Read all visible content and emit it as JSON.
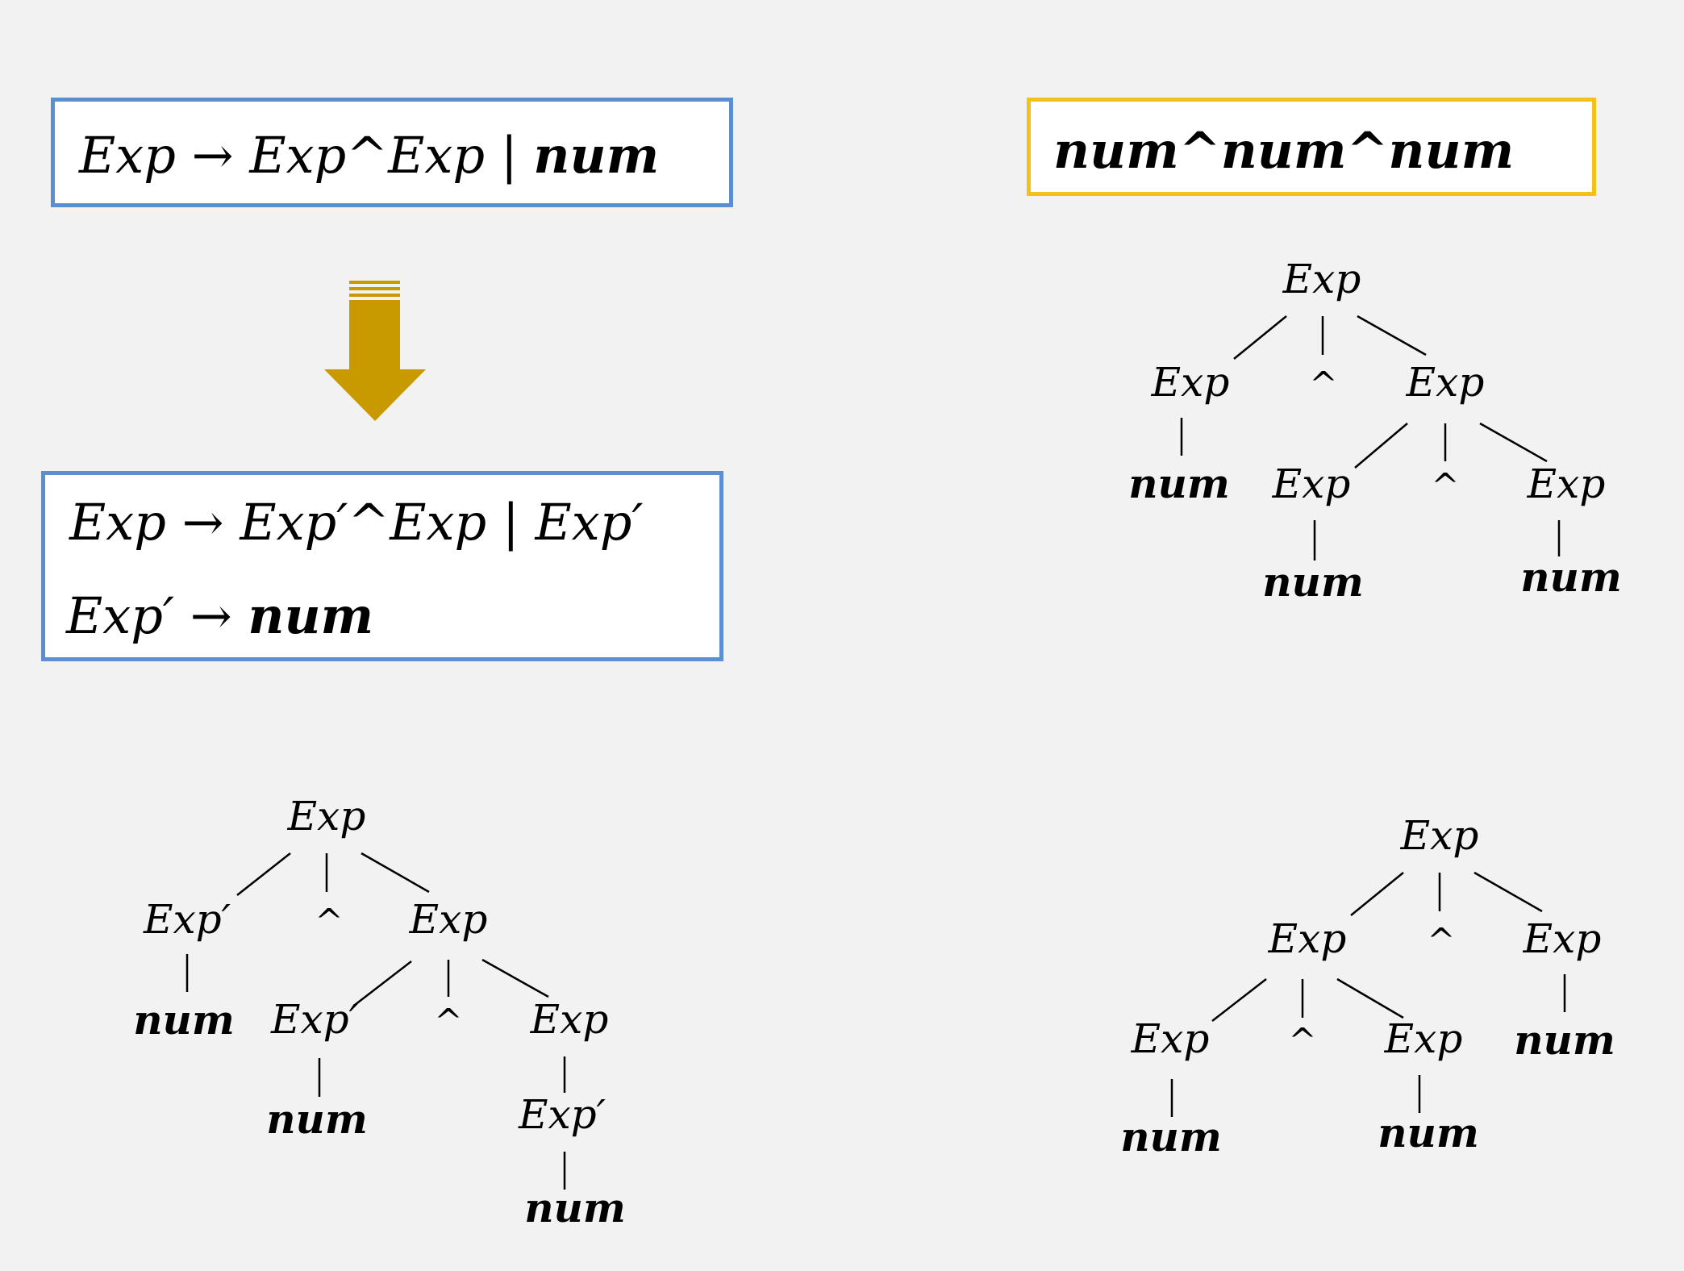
{
  "grammar_original": {
    "lhs": "Exp",
    "arrow": "→",
    "rhs_a": "Exp^Exp",
    "bar": "|",
    "rhs_b": "num"
  },
  "grammar_rewritten": {
    "line1_lhs": "Exp",
    "line1_arrow": "→",
    "line1_rhs_a": "Exp′^Exp",
    "line1_bar": "|",
    "line1_rhs_b": "Exp′",
    "line2_lhs": "Exp′",
    "line2_arrow": "→",
    "line2_rhs": "num"
  },
  "input_string": "num^num^num",
  "colors": {
    "background": "#f2f2f2",
    "grammar_border": "#5b8fd1",
    "input_border": "#f5c018",
    "arrow": "#c99a00"
  },
  "trees": {
    "rewritten_tree": [
      {
        "id": "n1",
        "label": "Exp",
        "bold": false
      },
      {
        "id": "n2",
        "label": "Exp′",
        "bold": false
      },
      {
        "id": "n3",
        "label": "^",
        "bold": false
      },
      {
        "id": "n4",
        "label": "Exp",
        "bold": false
      },
      {
        "id": "n5",
        "label": "num",
        "bold": true
      },
      {
        "id": "n6",
        "label": "Exp′",
        "bold": false
      },
      {
        "id": "n7",
        "label": "^",
        "bold": false
      },
      {
        "id": "n8",
        "label": "Exp",
        "bold": false
      },
      {
        "id": "n9",
        "label": "num",
        "bold": true
      },
      {
        "id": "n10",
        "label": "Exp′",
        "bold": false
      },
      {
        "id": "n11",
        "label": "num",
        "bold": true
      }
    ],
    "right_assoc_tree": [
      {
        "id": "r1",
        "label": "Exp",
        "bold": false
      },
      {
        "id": "r2",
        "label": "Exp",
        "bold": false
      },
      {
        "id": "r3",
        "label": "^",
        "bold": false
      },
      {
        "id": "r4",
        "label": "Exp",
        "bold": false
      },
      {
        "id": "r5",
        "label": "num",
        "bold": true
      },
      {
        "id": "r6",
        "label": "Exp",
        "bold": false
      },
      {
        "id": "r7",
        "label": "^",
        "bold": false
      },
      {
        "id": "r8",
        "label": "Exp",
        "bold": false
      },
      {
        "id": "r9",
        "label": "num",
        "bold": true
      },
      {
        "id": "r10",
        "label": "num",
        "bold": true
      }
    ],
    "left_assoc_tree": [
      {
        "id": "l1",
        "label": "Exp",
        "bold": false
      },
      {
        "id": "l2",
        "label": "Exp",
        "bold": false
      },
      {
        "id": "l3",
        "label": "^",
        "bold": false
      },
      {
        "id": "l4",
        "label": "Exp",
        "bold": false
      },
      {
        "id": "l5",
        "label": "Exp",
        "bold": false
      },
      {
        "id": "l6",
        "label": "^",
        "bold": false
      },
      {
        "id": "l7",
        "label": "Exp",
        "bold": false
      },
      {
        "id": "l8",
        "label": "num",
        "bold": true
      },
      {
        "id": "l9",
        "label": "num",
        "bold": true
      },
      {
        "id": "l10",
        "label": "num",
        "bold": true
      }
    ]
  }
}
